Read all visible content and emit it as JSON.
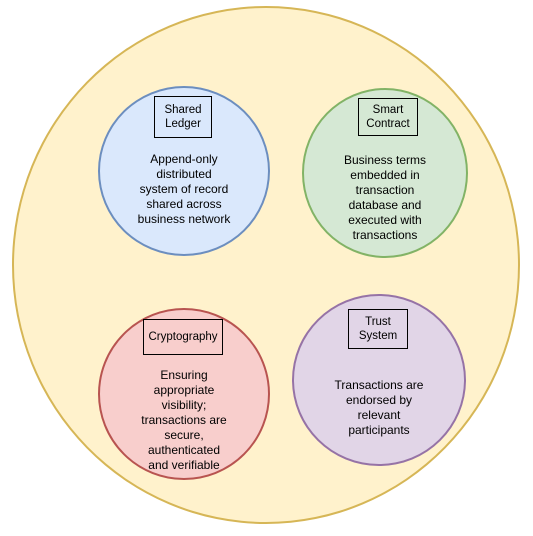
{
  "colors": {
    "outer_fill": "#fff2cc",
    "outer_stroke": "#d6b656",
    "ledger_fill": "#dae8fc",
    "ledger_stroke": "#6c8ebf",
    "contract_fill": "#d5e8d4",
    "contract_stroke": "#82b366",
    "crypto_fill": "#f8cecc",
    "crypto_stroke": "#b85450",
    "trust_fill": "#e1d5e7",
    "trust_stroke": "#9673a6"
  },
  "nodes": {
    "shared_ledger": {
      "title": [
        "Shared",
        "Ledger"
      ],
      "description": [
        "Append-only",
        "distributed",
        "system of record",
        "shared across",
        "business network"
      ]
    },
    "smart_contract": {
      "title": [
        "Smart",
        "Contract"
      ],
      "description": [
        "Business terms",
        "embedded in",
        "transaction",
        "database and",
        "executed with",
        "transactions"
      ]
    },
    "cryptography": {
      "title": [
        "Cryptography"
      ],
      "description": [
        "Ensuring",
        "appropriate",
        "visibility;",
        "transactions are",
        "secure,",
        "authenticated",
        "and verifiable"
      ]
    },
    "trust_system": {
      "title": [
        "Trust",
        "System"
      ],
      "description": [
        "Transactions are",
        "endorsed by",
        "relevant",
        "participants"
      ]
    }
  }
}
